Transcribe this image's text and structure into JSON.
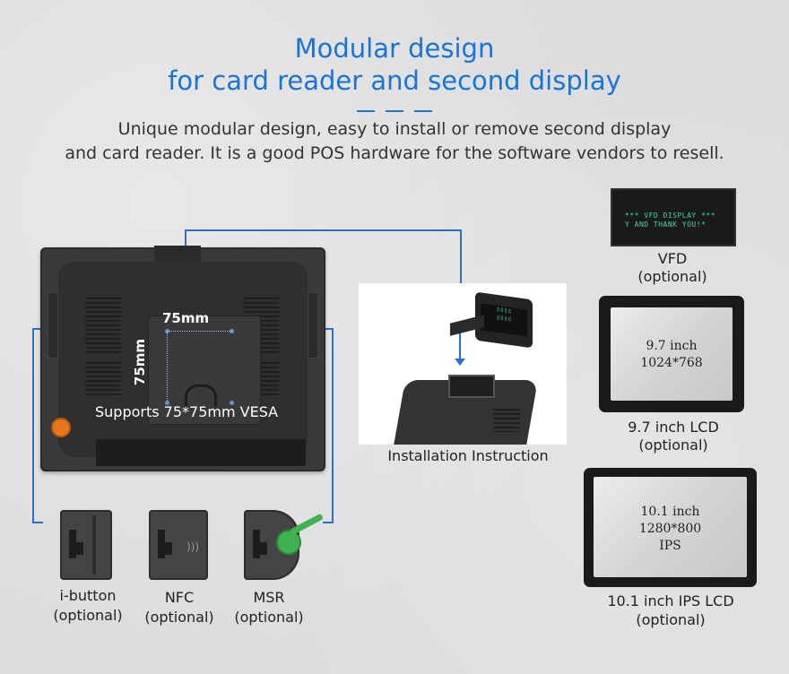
{
  "title": {
    "line1": "Modular design",
    "line2": "for card reader and second display"
  },
  "subtitle": {
    "line1": "Unique modular design, easy to install or remove second display",
    "line2": "and card reader. It is a good POS hardware for the software vendors to resell."
  },
  "terminal": {
    "vesa_dim_h": "75mm",
    "vesa_dim_v": "75mm",
    "vesa_label": "Supports 75*75mm VESA"
  },
  "modules": [
    {
      "name": "i-button",
      "option": "(optional)"
    },
    {
      "name": "NFC",
      "option": "(optional)"
    },
    {
      "name": "MSR",
      "option": "(optional)"
    }
  ],
  "install": {
    "caption": "Installation Instruction"
  },
  "vfd": {
    "line1": "*** VFD DISPLAY ***",
    "line2": "Y AND THANK YOU!*",
    "label": "VFD",
    "option": "(optional)"
  },
  "lcd97": {
    "size": "9.7 inch",
    "res": "1024*768",
    "label": "9.7 inch LCD",
    "option": "(optional)"
  },
  "lcd101": {
    "size": "10.1 inch",
    "res": "1280*800",
    "type": "IPS",
    "label": "10.1 inch IPS LCD",
    "option": "(optional)"
  },
  "colors": {
    "accent": "#1b74d2",
    "vfd_text": "#3ad9a8",
    "msr_card": "#3fb34f",
    "knob": "#e8771c"
  }
}
